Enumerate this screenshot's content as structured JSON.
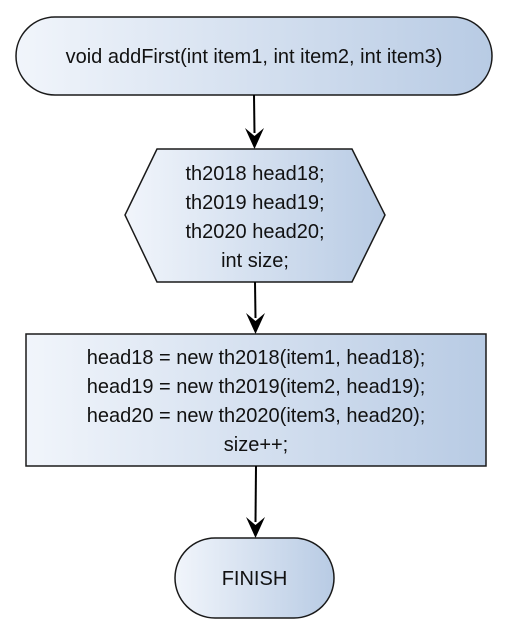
{
  "flowchart": {
    "start": {
      "label": "void addFirst(int item1, int item2, int item3)"
    },
    "declarations": {
      "lines": [
        "th2018 head18;",
        "th2019 head19;",
        "th2020 head20;",
        "int size;"
      ]
    },
    "process": {
      "lines": [
        "head18 = new th2018(item1, head18);",
        "head19 = new th2019(item2, head19);",
        "head20 = new th2020(item3, head20);",
        "size++;"
      ]
    },
    "end": {
      "label": "FINISH"
    }
  },
  "colors": {
    "fill_light": "#f1f5fb",
    "fill_dark": "#b8cbe4",
    "stroke": "#1a1a1a",
    "arrow": "#000000"
  }
}
